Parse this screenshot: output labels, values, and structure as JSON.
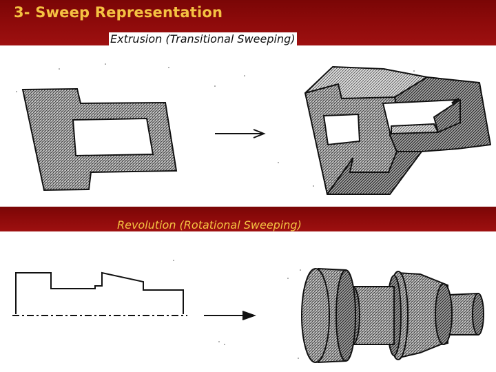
{
  "slide": {
    "title": "3- Sweep Representation",
    "accent_color": "#8c0a0a",
    "title_color": "#f5c242"
  },
  "extrusion": {
    "heading": "Extrusion (Transitional Sweeping)",
    "profile_icon": "flat-profile-with-hole",
    "arrow_icon": "right-arrow",
    "solid_icon": "extruded-solid"
  },
  "revolution": {
    "heading": "Revolution (Rotational Sweeping)",
    "profile_icon": "stepped-profile-with-axis",
    "arrow_icon": "right-arrow",
    "solid_icon": "revolved-solid"
  }
}
